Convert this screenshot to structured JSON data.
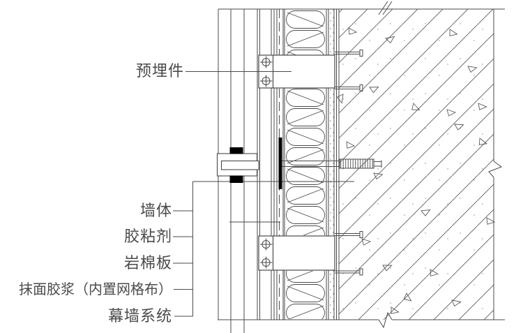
{
  "figure": {
    "kind": "wall-construction-detail-drawing",
    "description": "Curtain wall / external insulation wall section detail with layer callouts"
  },
  "labels": {
    "embedded_part": "预埋件",
    "wall": "墙体",
    "adhesive": "胶粘剂",
    "rock_wool_board": "岩棉板",
    "plaster_with_mesh": "抹面胶浆（内置网格布）",
    "curtain_wall_system": "幕墙系统"
  },
  "colors": {
    "line": "#4a4a4a",
    "ink": "#000000",
    "background": "#ffffff"
  }
}
